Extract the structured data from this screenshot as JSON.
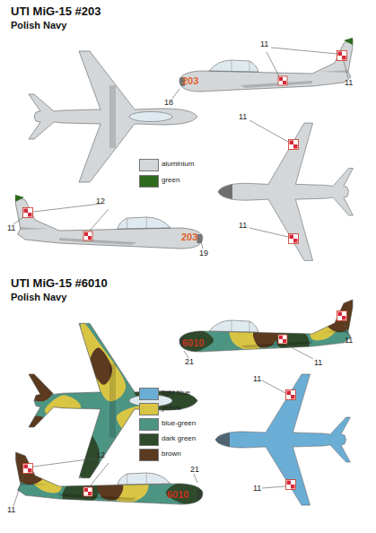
{
  "diagram": {
    "labels": [
      "UTI MiG-15 #203",
      "Polish Navy",
      "11",
      "11",
      "18",
      "203",
      "11",
      "11",
      "11",
      "12",
      "203",
      "19",
      "UTI MiG-15 #6010",
      "Polish Navy",
      "6010",
      "11",
      "11",
      "21",
      "11",
      "11",
      "11",
      "12",
      "21",
      "6010"
    ],
    "legend": [
      {
        "text": "aluminium",
        "color": "#d4d7d9"
      },
      {
        "text": "green",
        "color": "#2e6b1e"
      },
      {
        "text": "light blue",
        "color": "#6aaed6"
      },
      {
        "text": "yellow",
        "color": "#d9c544"
      },
      {
        "text": "blue-green",
        "color": "#4d9583"
      },
      {
        "text": "dark green",
        "color": "#2e4a2b"
      },
      {
        "text": "brown",
        "color": "#5b3a1f"
      }
    ]
  }
}
